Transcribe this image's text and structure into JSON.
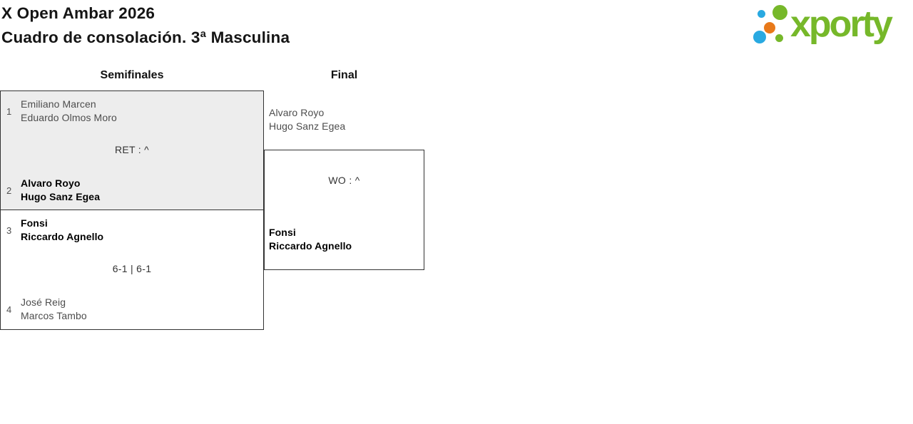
{
  "header": {
    "title_line1": "X Open Ambar 2026",
    "title_line2": "Cuadro de consolación. 3ª Masculina"
  },
  "logo": {
    "brand": "xporty",
    "colors": {
      "green": "#76b82a",
      "blue": "#29a9e1",
      "orange": "#e8791a"
    }
  },
  "colors": {
    "box_border": "#333333",
    "shaded_match_bg": "#ededed",
    "winner_text": "#000000",
    "loser_text": "#4d4d4d"
  },
  "bracket": {
    "rounds": [
      {
        "label": "Semifinales"
      },
      {
        "label": "Final"
      }
    ],
    "semifinals": [
      {
        "score": "RET : ^",
        "teams": [
          {
            "seed": "1",
            "player1": "Emiliano Marcen",
            "player2": "Eduardo Olmos Moro",
            "winner": false
          },
          {
            "seed": "2",
            "player1": "Alvaro Royo",
            "player2": "Hugo Sanz Egea",
            "winner": true
          }
        ]
      },
      {
        "score": "6-1 | 6-1",
        "teams": [
          {
            "seed": "3",
            "player1": "Fonsi",
            "player2": "Riccardo Agnello",
            "winner": true
          },
          {
            "seed": "4",
            "player1": "José Reig",
            "player2": "Marcos Tambo",
            "winner": false
          }
        ]
      }
    ],
    "final": {
      "score": "WO : ^",
      "teams": [
        {
          "player1": "Alvaro Royo",
          "player2": "Hugo Sanz Egea",
          "winner": false
        },
        {
          "player1": "Fonsi",
          "player2": "Riccardo Agnello",
          "winner": true
        }
      ]
    }
  }
}
